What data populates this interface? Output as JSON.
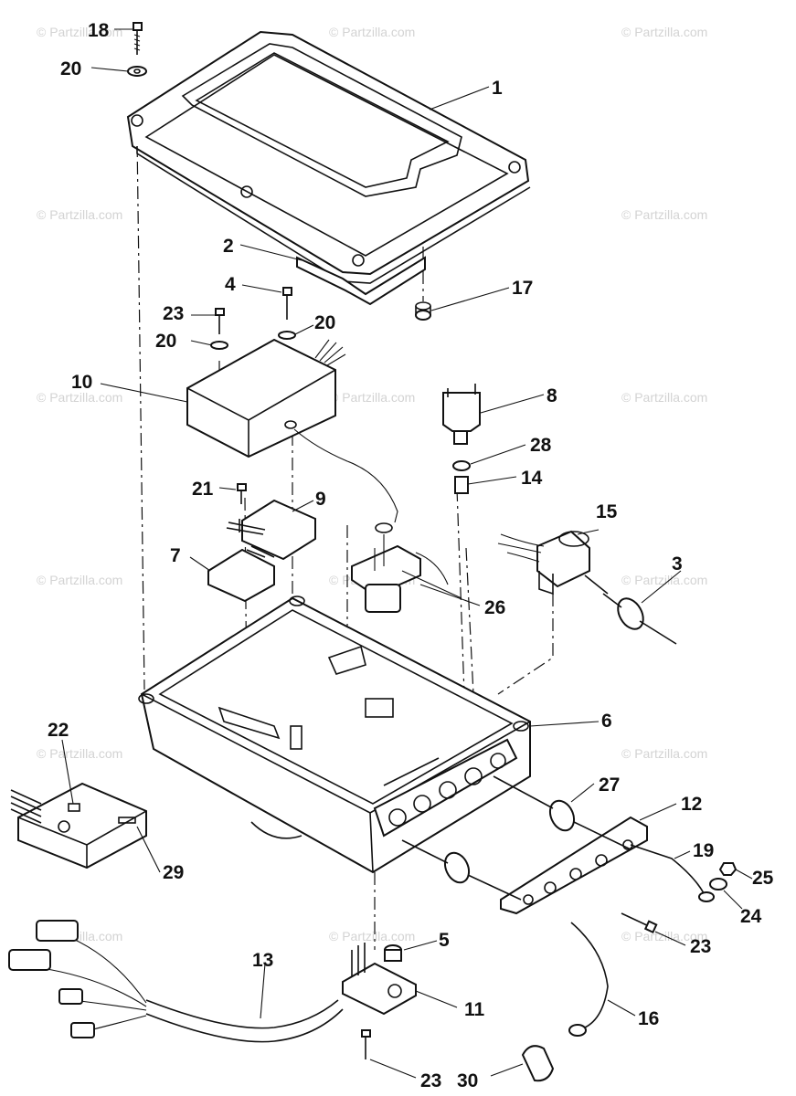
{
  "watermark": "© Partzilla.com",
  "callouts": {
    "p1": "1",
    "p2": "2",
    "p3": "3",
    "p4": "4",
    "p5": "5",
    "p6": "6",
    "p7": "7",
    "p8": "8",
    "p9": "9",
    "p10": "10",
    "p11": "11",
    "p12": "12",
    "p13": "13",
    "p14": "14",
    "p15": "15",
    "p16": "16",
    "p17": "17",
    "p18": "18",
    "p19": "19",
    "p20a": "20",
    "p20b": "20",
    "p20c": "20",
    "p21": "21",
    "p22": "22",
    "p23a": "23",
    "p23b": "23",
    "p23c": "23",
    "p24": "24",
    "p25": "25",
    "p26": "26",
    "p27": "27",
    "p28": "28",
    "p29": "29",
    "p30": "30"
  }
}
